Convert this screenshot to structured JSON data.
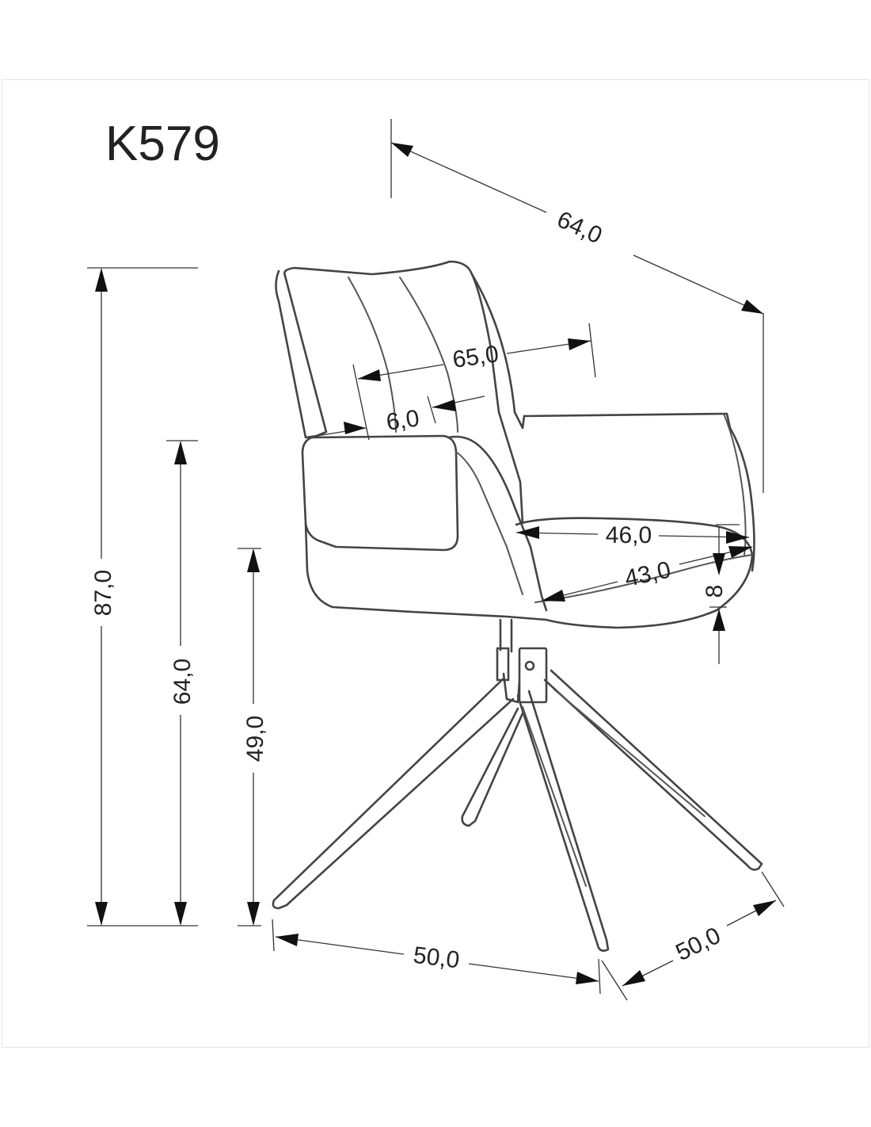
{
  "title": "K579",
  "dimensions": {
    "total_height": "87,0",
    "armrest_height": "64,0",
    "seat_height": "49,0",
    "overall_depth": "64,0",
    "overall_width": "65,0",
    "armrest_width": "6,0",
    "seat_width": "46,0",
    "seat_depth": "43,0",
    "seat_thickness": "8",
    "base_width": "50,0",
    "base_depth": "50,0"
  }
}
